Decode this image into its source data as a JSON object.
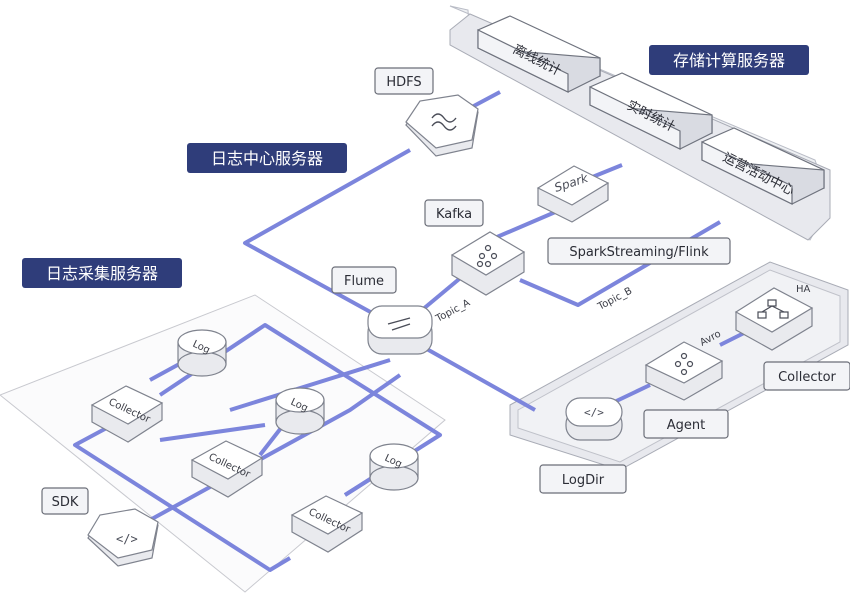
{
  "groups": {
    "collect": "日志采集服务器",
    "center": "日志中心服务器",
    "storage": "存储计算服务器"
  },
  "nodes": {
    "sdk": "SDK",
    "collector": "Collector",
    "log": "Log",
    "flume": "Flume",
    "hdfs": "HDFS",
    "kafka": "Kafka",
    "spark": "Spark",
    "spark_streaming": "SparkStreaming/Flink",
    "logdir": "LogDir",
    "agent": "Agent",
    "collector_ha": "Collector",
    "ha": "HA"
  },
  "edges": {
    "topic_a": "Topic_A",
    "topic_b": "Topic_B",
    "avro": "Avro"
  },
  "storage_blocks": [
    "离线统计",
    "实时统计",
    "运营活动中心"
  ],
  "colors": {
    "flow": "#7c85dc",
    "title_bg": "#2f3d7a",
    "platform": "#e8e9ee"
  }
}
